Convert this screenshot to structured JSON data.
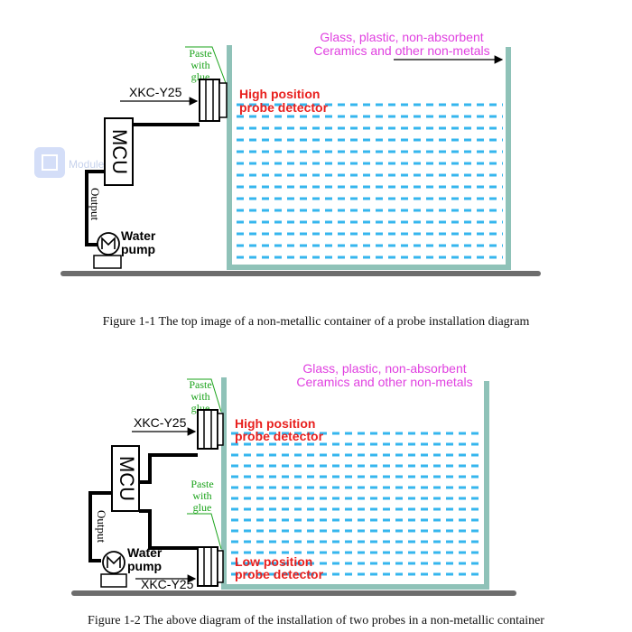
{
  "watermark": {
    "text": "ModuleMor",
    "icon": "chip-icon"
  },
  "colors": {
    "container": "#8fc2b8",
    "ground": "#6d6d6d",
    "water_dash": "#35b6ee",
    "material_text": "#e040e0",
    "probe_text": "#e8201e",
    "glue_note": "#1aa31a",
    "wire": "#000000"
  },
  "figure1": {
    "material_line1": "Glass, plastic, non-absorbent",
    "material_line2": "Ceramics and other non-metals",
    "glue_note": [
      "Paste",
      "with",
      "glue"
    ],
    "sensor_label": "XKC-Y25",
    "probe_label_line1": "High position",
    "probe_label_line2": "probe detector",
    "mcu_label": "MCU",
    "output_label": "Output",
    "pump_label_line1": "Water",
    "pump_label_line2": "pump",
    "caption": "Figure 1-1 The top image of a non-metallic container of a probe installation diagram"
  },
  "figure2": {
    "material_line1": "Glass, plastic, non-absorbent",
    "material_line2": "Ceramics and other non-metals",
    "glue_note_top": [
      "Paste",
      "with",
      "glue"
    ],
    "glue_note_bottom": [
      "Paste",
      "with",
      "glue"
    ],
    "sensor_label_top": "XKC-Y25",
    "sensor_label_bottom": "XKC-Y25",
    "high_label_line1": "High position",
    "high_label_line2": "probe detector",
    "low_label_line1": "Low position",
    "low_label_line2": "probe detector",
    "mcu_label": "MCU",
    "output_label": "Output",
    "pump_label_line1": "Water",
    "pump_label_line2": "pump",
    "caption": "Figure 1-2 The above diagram of the installation of two probes in a non-metallic container"
  }
}
